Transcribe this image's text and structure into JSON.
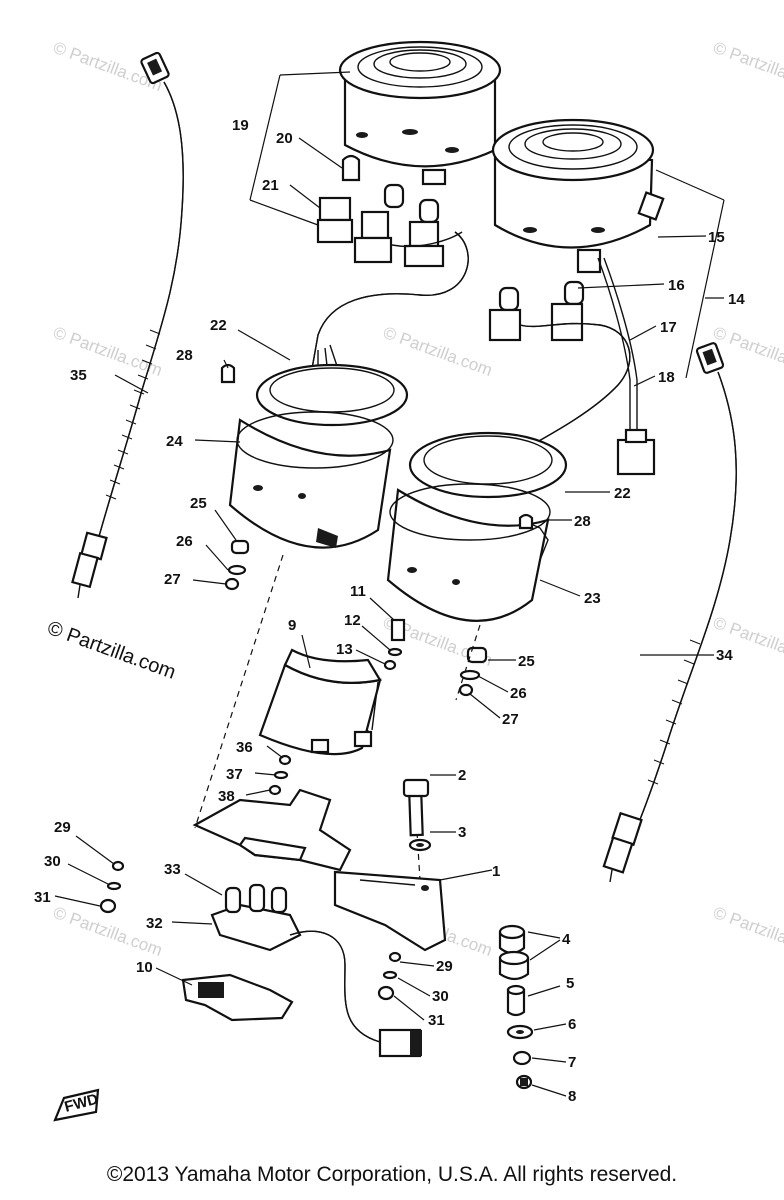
{
  "watermark": {
    "main": "© Partzilla.com",
    "faint": "© Partzilla.com"
  },
  "copyright": "©2013 Yamaha Motor Corporation, U.S.A. All rights reserved.",
  "front_marker": "FWD",
  "callouts": [
    {
      "id": "1",
      "label": "1"
    },
    {
      "id": "2",
      "label": "2"
    },
    {
      "id": "3",
      "label": "3"
    },
    {
      "id": "4",
      "label": "4"
    },
    {
      "id": "5",
      "label": "5"
    },
    {
      "id": "6",
      "label": "6"
    },
    {
      "id": "7",
      "label": "7"
    },
    {
      "id": "8",
      "label": "8"
    },
    {
      "id": "9",
      "label": "9"
    },
    {
      "id": "10",
      "label": "10"
    },
    {
      "id": "11",
      "label": "11"
    },
    {
      "id": "12",
      "label": "12"
    },
    {
      "id": "13",
      "label": "13"
    },
    {
      "id": "14",
      "label": "14"
    },
    {
      "id": "15",
      "label": "15"
    },
    {
      "id": "16",
      "label": "16"
    },
    {
      "id": "17",
      "label": "17"
    },
    {
      "id": "18",
      "label": "18"
    },
    {
      "id": "19",
      "label": "19"
    },
    {
      "id": "20",
      "label": "20"
    },
    {
      "id": "21",
      "label": "21"
    },
    {
      "id": "22a",
      "label": "22"
    },
    {
      "id": "22b",
      "label": "22"
    },
    {
      "id": "23",
      "label": "23"
    },
    {
      "id": "24",
      "label": "24"
    },
    {
      "id": "25a",
      "label": "25"
    },
    {
      "id": "25b",
      "label": "25"
    },
    {
      "id": "26a",
      "label": "26"
    },
    {
      "id": "26b",
      "label": "26"
    },
    {
      "id": "27a",
      "label": "27"
    },
    {
      "id": "27b",
      "label": "27"
    },
    {
      "id": "28a",
      "label": "28"
    },
    {
      "id": "28b",
      "label": "28"
    },
    {
      "id": "29a",
      "label": "29"
    },
    {
      "id": "29b",
      "label": "29"
    },
    {
      "id": "30a",
      "label": "30"
    },
    {
      "id": "30b",
      "label": "30"
    },
    {
      "id": "31a",
      "label": "31"
    },
    {
      "id": "31b",
      "label": "31"
    },
    {
      "id": "32",
      "label": "32"
    },
    {
      "id": "33",
      "label": "33"
    },
    {
      "id": "34",
      "label": "34"
    },
    {
      "id": "35",
      "label": "35"
    },
    {
      "id": "36",
      "label": "36"
    },
    {
      "id": "37",
      "label": "37"
    },
    {
      "id": "38",
      "label": "38"
    }
  ]
}
